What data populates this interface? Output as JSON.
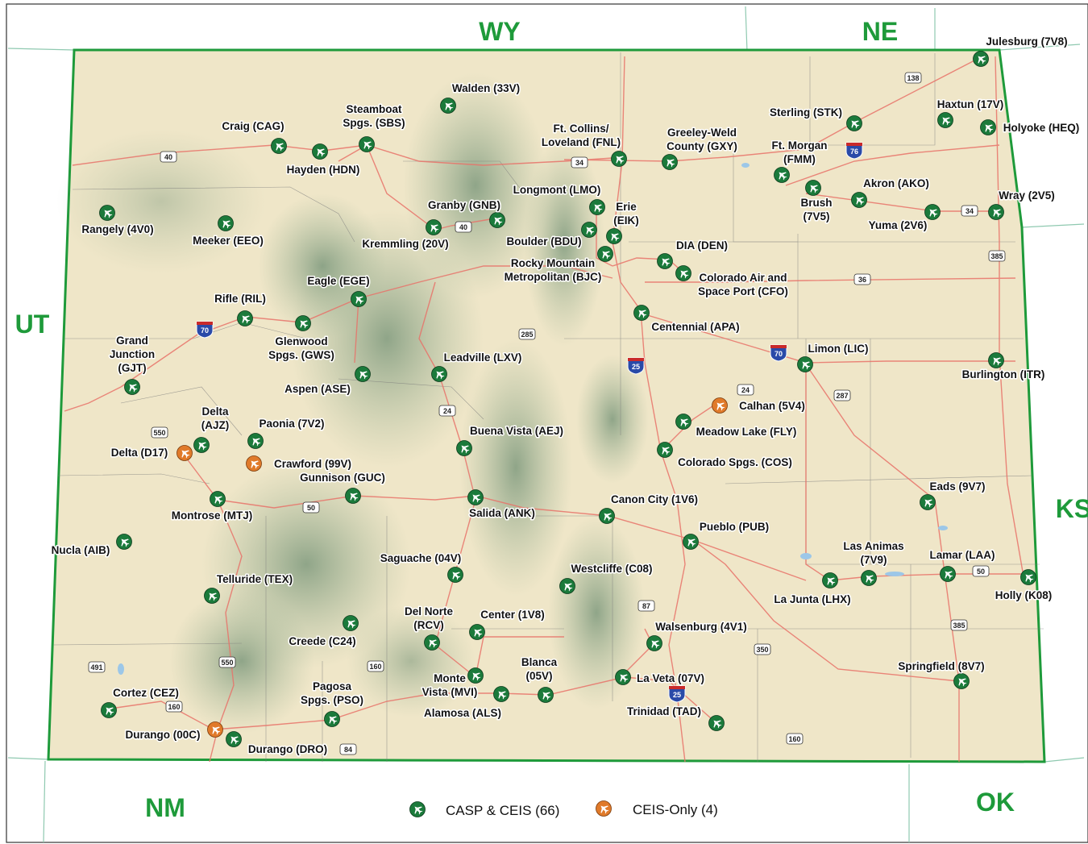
{
  "states": [
    "WY",
    "NE",
    "UT",
    "KS",
    "NM",
    "OK"
  ],
  "colors": {
    "casp": "#1b7a3b",
    "ceis": "#e07a2a",
    "border": "#1e9a3a",
    "land": "#efe6c8"
  },
  "legend": {
    "casp_label": "CASP & CEIS (66)",
    "ceis_label": "CEIS-Only (4)"
  },
  "roads": [
    "40",
    "34",
    "40",
    "138",
    "76",
    "34",
    "385",
    "36",
    "70",
    "285",
    "25",
    "70",
    "24",
    "24",
    "287",
    "550",
    "50",
    "50",
    "87",
    "385",
    "350",
    "550",
    "160",
    "491",
    "160",
    "25",
    "160",
    "84"
  ],
  "airports": [
    {
      "name": "Walden (33V)",
      "type": "casp"
    },
    {
      "name": "Craig (CAG)",
      "type": "casp"
    },
    {
      "name": "Hayden (HDN)",
      "type": "casp"
    },
    {
      "name": "Steamboat Spgs. (SBS)",
      "type": "casp"
    },
    {
      "name": "Rangely (4V0)",
      "type": "casp"
    },
    {
      "name": "Meeker (EEO)",
      "type": "casp"
    },
    {
      "name": "Granby (GNB)",
      "type": "casp"
    },
    {
      "name": "Kremmling (20V)",
      "type": "casp"
    },
    {
      "name": "Ft. Collins/ Loveland (FNL)",
      "type": "casp"
    },
    {
      "name": "Greeley-Weld County (GXY)",
      "type": "casp"
    },
    {
      "name": "Longmont (LMO)",
      "type": "casp"
    },
    {
      "name": "Erie (EIK)",
      "type": "casp"
    },
    {
      "name": "Boulder (BDU)",
      "type": "casp"
    },
    {
      "name": "Rocky Mountain Metropolitan (BJC)",
      "type": "casp"
    },
    {
      "name": "DIA (DEN)",
      "type": "casp"
    },
    {
      "name": "Colorado Air and Space Port (CFO)",
      "type": "casp"
    },
    {
      "name": "Centennial (APA)",
      "type": "casp"
    },
    {
      "name": "Sterling (STK)",
      "type": "casp"
    },
    {
      "name": "Ft. Morgan (FMM)",
      "type": "casp"
    },
    {
      "name": "Brush (7V5)",
      "type": "casp"
    },
    {
      "name": "Akron (AKO)",
      "type": "casp"
    },
    {
      "name": "Yuma (2V6)",
      "type": "casp"
    },
    {
      "name": "Julesburg (7V8)",
      "type": "casp"
    },
    {
      "name": "Haxtun (17V)",
      "type": "casp"
    },
    {
      "name": "Holyoke (HEQ)",
      "type": "casp"
    },
    {
      "name": "Wray (2V5)",
      "type": "casp"
    },
    {
      "name": "Eagle (EGE)",
      "type": "casp"
    },
    {
      "name": "Rifle (RIL)",
      "type": "casp"
    },
    {
      "name": "Glenwood Spgs. (GWS)",
      "type": "casp"
    },
    {
      "name": "Grand Junction (GJT)",
      "type": "casp"
    },
    {
      "name": "Aspen (ASE)",
      "type": "casp"
    },
    {
      "name": "Leadville (LXV)",
      "type": "casp"
    },
    {
      "name": "Limon (LIC)",
      "type": "casp"
    },
    {
      "name": "Burlington (ITR)",
      "type": "casp"
    },
    {
      "name": "Calhan (5V4)",
      "type": "ceis"
    },
    {
      "name": "Meadow Lake (FLY)",
      "type": "casp"
    },
    {
      "name": "Colorado Spgs. (COS)",
      "type": "casp"
    },
    {
      "name": "Delta (AJZ)",
      "type": "casp"
    },
    {
      "name": "Delta (D17)",
      "type": "ceis"
    },
    {
      "name": "Paonia (7V2)",
      "type": "casp"
    },
    {
      "name": "Crawford (99V)",
      "type": "ceis"
    },
    {
      "name": "Gunnison (GUC)",
      "type": "casp"
    },
    {
      "name": "Buena Vista (AEJ)",
      "type": "casp"
    },
    {
      "name": "Montrose (MTJ)",
      "type": "casp"
    },
    {
      "name": "Salida (ANK)",
      "type": "casp"
    },
    {
      "name": "Canon City (1V6)",
      "type": "casp"
    },
    {
      "name": "Pueblo (PUB)",
      "type": "casp"
    },
    {
      "name": "Eads (9V7)",
      "type": "casp"
    },
    {
      "name": "Nucla (AIB)",
      "type": "casp"
    },
    {
      "name": "Saguache (04V)",
      "type": "casp"
    },
    {
      "name": "Westcliffe (C08)",
      "type": "casp"
    },
    {
      "name": "Las Animas (7V9)",
      "type": "casp"
    },
    {
      "name": "Lamar (LAA)",
      "type": "casp"
    },
    {
      "name": "La Junta (LHX)",
      "type": "casp"
    },
    {
      "name": "Holly (K08)",
      "type": "casp"
    },
    {
      "name": "Telluride (TEX)",
      "type": "casp"
    },
    {
      "name": "Creede (C24)",
      "type": "casp"
    },
    {
      "name": "Del Norte (RCV)",
      "type": "casp"
    },
    {
      "name": "Center (1V8)",
      "type": "casp"
    },
    {
      "name": "Walsenburg (4V1)",
      "type": "casp"
    },
    {
      "name": "Monte Vista (MVI)",
      "type": "casp"
    },
    {
      "name": "Alamosa (ALS)",
      "type": "casp"
    },
    {
      "name": "Blanca (05V)",
      "type": "casp"
    },
    {
      "name": "La Veta (07V)",
      "type": "casp"
    },
    {
      "name": "Springfield (8V7)",
      "type": "casp"
    },
    {
      "name": "Pagosa Spgs. (PSO)",
      "type": "casp"
    },
    {
      "name": "Cortez (CEZ)",
      "type": "casp"
    },
    {
      "name": "Durango (00C)",
      "type": "ceis"
    },
    {
      "name": "Durango (DRO)",
      "type": "casp"
    },
    {
      "name": "Trinidad (TAD)",
      "type": "casp"
    }
  ]
}
